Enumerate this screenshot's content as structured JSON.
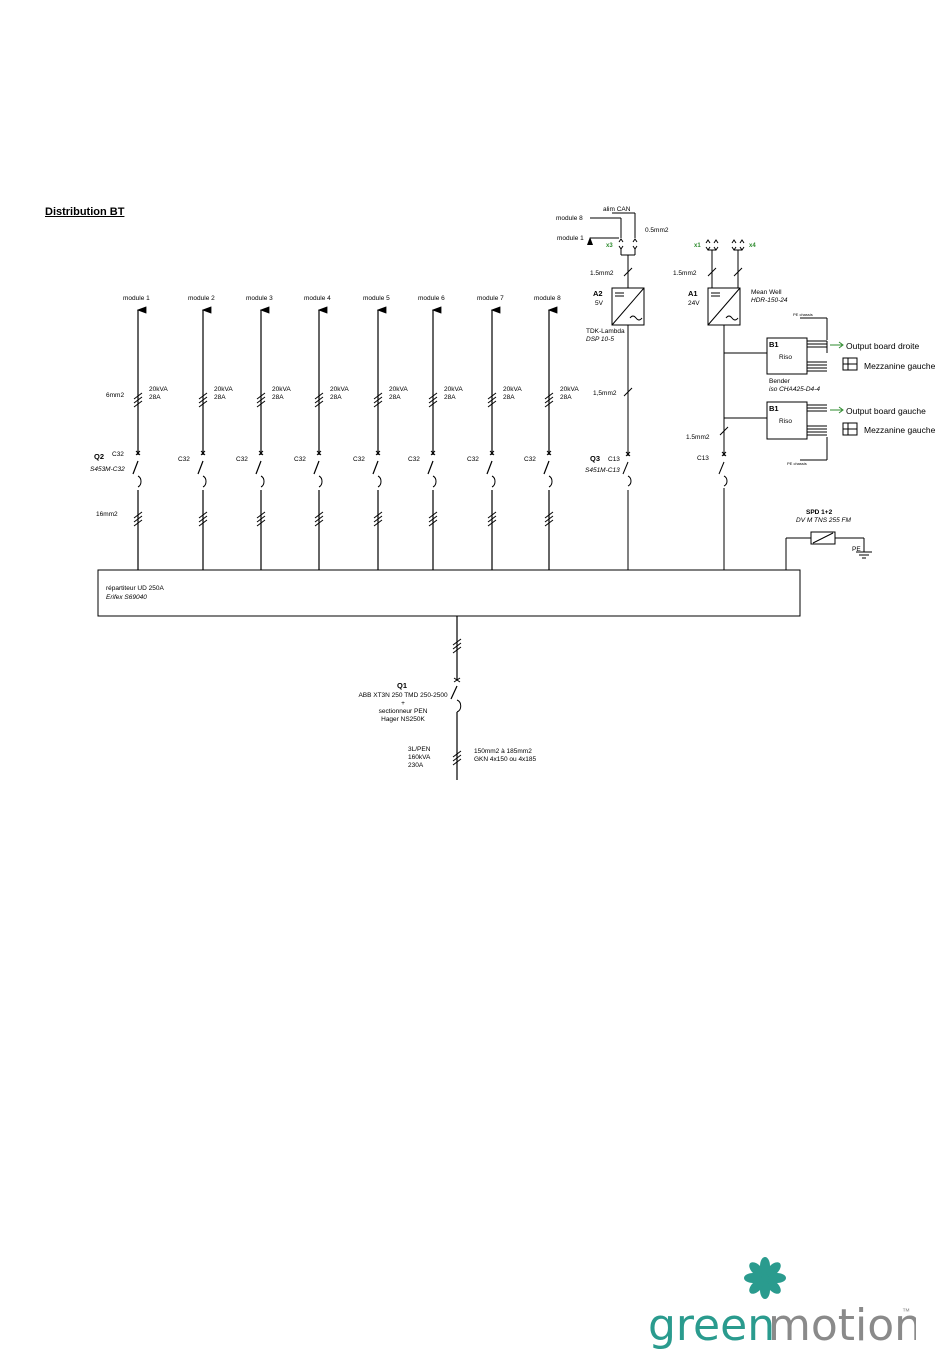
{
  "title": "Distribution BT",
  "modules": [
    {
      "label": "module 1",
      "power": "20kVA",
      "current": "28A",
      "breaker": "C32"
    },
    {
      "label": "module 2",
      "power": "20kVA",
      "current": "28A",
      "breaker": "C32"
    },
    {
      "label": "module 3",
      "power": "20kVA",
      "current": "28A",
      "breaker": "C32"
    },
    {
      "label": "module 4",
      "power": "20kVA",
      "current": "28A",
      "breaker": "C32"
    },
    {
      "label": "module 5",
      "power": "20kVA",
      "current": "28A",
      "breaker": "C32"
    },
    {
      "label": "module 6",
      "power": "20kVA",
      "current": "28A",
      "breaker": "C32"
    },
    {
      "label": "module 7",
      "power": "20kVA",
      "current": "28A",
      "breaker": "C32"
    },
    {
      "label": "module 8",
      "power": "20kVA",
      "current": "28A",
      "breaker": "C32"
    }
  ],
  "feeder_cable_top": "6mm2",
  "feeder_cable_bottom": "16mm2",
  "q2": {
    "tag": "Q2",
    "ref": "S453M-C32"
  },
  "q3": {
    "tag": "Q3",
    "rating": "C13",
    "ref": "S451M-C13",
    "cable": "1,5mm2"
  },
  "a1_branch": {
    "rating": "C13",
    "cable": "1.5mm2"
  },
  "a2": {
    "tag": "A2",
    "voltage": "5V",
    "maker": "TDK-Lambda",
    "model": "DSP 10-5",
    "cable": "1.5mm2"
  },
  "a1": {
    "tag": "A1",
    "voltage": "24V",
    "maker": "Mean Well",
    "model": "HDR-150-24",
    "cable": "1.5mm2"
  },
  "can": {
    "alim": "alim CAN",
    "module8": "module 8",
    "module1": "module 1",
    "cable": "0.5mm2",
    "x3": "x3",
    "x1": "x1",
    "x4": "x4"
  },
  "b1": {
    "tag": "B1",
    "name": "Riso",
    "maker": "Bender",
    "model": "iso CHA425-D4-4",
    "pe": "PE chassis"
  },
  "outputs": [
    "Output board droite",
    "Mezzanine gauche",
    "Output board gauche",
    "Mezzanine gauche"
  ],
  "spd": {
    "tag": "SPD 1+2",
    "model": "DV M TNS 255 FM",
    "pe": "PE"
  },
  "busbar": {
    "name": "répartiteur UD 250A",
    "ref": "Erifex S69040"
  },
  "q1": {
    "tag": "Q1",
    "line1": "ABB XT3N 250 TMD 250-2500",
    "line2": "+",
    "line3": "sectionneur PEN",
    "line4": "Hager NS250K"
  },
  "supply": {
    "line1": "3L/PEN",
    "line2": "160kVA",
    "line3": "230A",
    "cable1": "150mm2 à 185mm2",
    "cable2": "GKN 4x150 ou 4x185"
  },
  "logo": {
    "word1": "green",
    "word2": "motion",
    "tm": "™",
    "color": "#2a9b8e"
  }
}
